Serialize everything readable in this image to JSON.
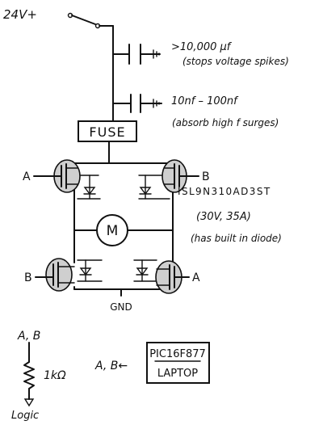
{
  "supply": {
    "label": "24V+"
  },
  "caps": {
    "bulk": {
      "value": ">10,000 µf",
      "note": "(stops voltage spikes)"
    },
    "bypass": {
      "value": "10nf – 100nf",
      "note": "(absorb high f surges)"
    }
  },
  "fuse": {
    "label": "FUSE"
  },
  "bridge": {
    "motor_label": "M",
    "mosfet_part": "ISL9N310AD3ST",
    "mosfet_rating": "(30V, 35A)",
    "mosfet_note": "(has built in diode)",
    "gate_top_left": "A",
    "gate_top_right": "B",
    "gate_bottom_left": "B",
    "gate_bottom_right": "A",
    "ground_label": "GND"
  },
  "logic": {
    "input_label": "A, B",
    "resistor_value": "1kΩ",
    "output_label": "Logic",
    "controller_label": "A, B←",
    "controller_line1": "PIC16F877",
    "controller_line2": "LAPTOP"
  }
}
